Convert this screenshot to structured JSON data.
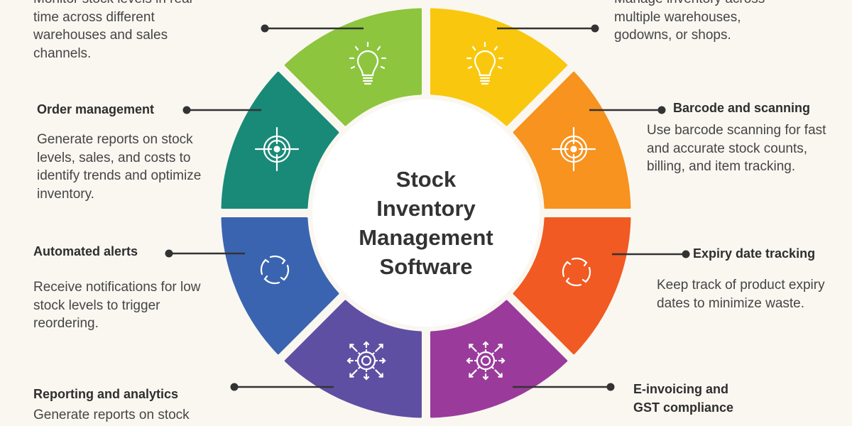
{
  "title": [
    "Stock",
    "Inventory",
    "Management",
    "Software"
  ],
  "colors": {
    "background": "#faf7f1",
    "segments": [
      "#f9c80e",
      "#f7931e",
      "#f15a22",
      "#9a3b9c",
      "#5f4fa3",
      "#3a64b0",
      "#198a78",
      "#8dc53e"
    ]
  },
  "icons": [
    "lightbulb-icon",
    "target-icon",
    "cycle-arrows-icon",
    "gear-arrows-icon"
  ],
  "features": {
    "top_left": {
      "desc": "Monitor stock levels in real time across different warehouses and sales channels."
    },
    "top_right": {
      "desc": "Manage inventory across multiple warehouses, godowns, or shops."
    },
    "order": {
      "heading": "Order management",
      "desc": "Generate reports on stock levels, sales, and costs to identify trends and optimize inventory."
    },
    "barcode": {
      "heading": "Barcode and scanning",
      "desc": "Use barcode scanning for fast and accurate stock counts, billing, and item tracking."
    },
    "alerts": {
      "heading": "Automated alerts",
      "desc": "Receive notifications for low stock levels to trigger reordering."
    },
    "expiry": {
      "heading": "Expiry date tracking",
      "desc": "Keep track of product expiry dates to minimize waste."
    },
    "reporting": {
      "heading": "Reporting and analytics",
      "desc": "Generate reports on stock"
    },
    "einvoice": {
      "heading": "E-invoicing and GST compliance"
    }
  }
}
